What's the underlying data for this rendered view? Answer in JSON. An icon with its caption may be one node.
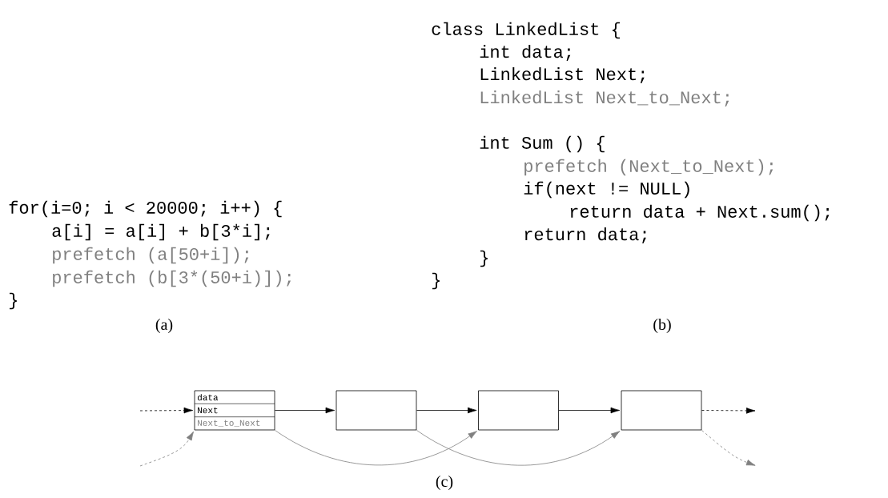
{
  "diagram": {
    "nodes": [
      {
        "text": [
          "data",
          "Next",
          "Next_to_Next"
        ]
      },
      {
        "text": [],
        "shape": "box"
      },
      {
        "text": [],
        "shape": "box"
      },
      {
        "text": [],
        "shape": "box"
      }
    ],
    "edges": [
      {
        "from": null,
        "to": 0,
        "arrow": "to",
        "style": "dashed"
      },
      {
        "from": 0,
        "to": 1,
        "arrow": "to"
      },
      {
        "from": 1,
        "to": 2,
        "arrow": "to"
      },
      {
        "from": 2,
        "to": 3,
        "arrow": "to"
      },
      {
        "from": 3,
        "to": null,
        "arrow": "to",
        "style": "dashed"
      },
      {
        "from": null,
        "to": 0,
        "arrow": "to",
        "style": "dashed",
        "color": "#808080"
      },
      {
        "from": 0,
        "to": 2,
        "arrow": "to",
        "color": "#808080"
      },
      {
        "from": 1,
        "to": 3,
        "arrow": "to",
        "color": "#808080"
      },
      {
        "from": 3,
        "to": null,
        "arrow": "to",
        "style": "dashed",
        "color": "#808080"
      }
    ],
    "labels": [
      "for(i=0; i < 20000; i++) {",
      "a[i] = a[i] + b[3*i];",
      "prefetch (a[50+i]);",
      "prefetch (b[3*(50+i)]);",
      "}",
      "(a)",
      "class LinkedList {",
      "int data;",
      "LinkedList Next;",
      "LinkedList Next_to_Next;",
      "int Sum () {",
      "prefetch (Next_to_Next);",
      "if(next != NULL)",
      "return data + Next.sum();",
      "return data;",
      "}",
      "}",
      "(b)",
      "(c)"
    ]
  }
}
